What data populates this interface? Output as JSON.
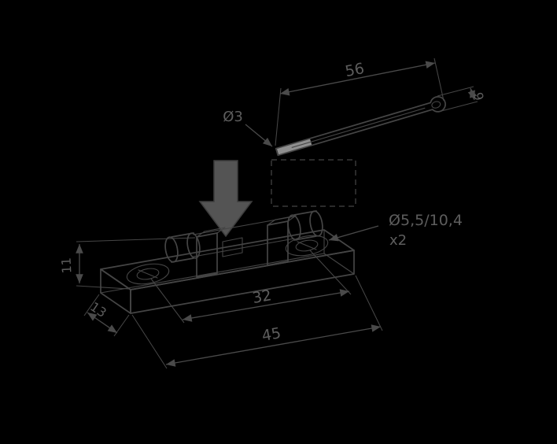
{
  "drawing_title": "fuse-holder-and-cotter-pin-technical-drawing",
  "colors": {
    "background": "#000000",
    "line": "#454545",
    "dimension_line": "#4a4a4a",
    "text": "#5d5d5d",
    "arrow_fill": "#545454",
    "pin_shade": "#8f8f8f"
  },
  "pin": {
    "length_label": "56",
    "diameter_label": "Ø3",
    "eye_height_label": "6"
  },
  "holder": {
    "hole_size_label": "Ø5,5/10,4",
    "hole_count_label": "x2",
    "hole_spacing_label": "32",
    "overall_length_label": "45",
    "height_label": "11",
    "depth_label": "13"
  }
}
